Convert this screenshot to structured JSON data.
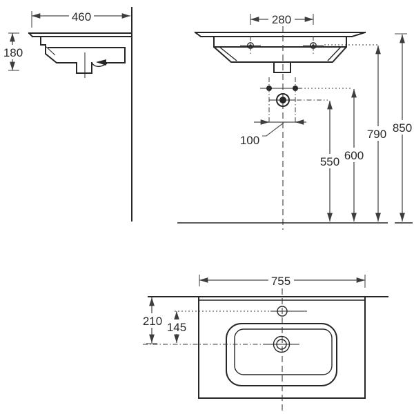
{
  "drawing": {
    "type": "washbasin-installation-drawing",
    "colors": {
      "outline": "#262626",
      "dimension_lines": "#4a4a4a",
      "text": "#2a2a2a",
      "background": "#ffffff"
    },
    "views": {
      "side": {
        "name": "side-view",
        "dims": {
          "width": "460",
          "depth": "180"
        }
      },
      "front": {
        "name": "front-view",
        "dims": {
          "tap_spacing": "280",
          "supply_spacing": "100",
          "drain_height": "550",
          "supply_height": "600",
          "tap_line_height": "790",
          "rim_height": "850"
        }
      },
      "plan": {
        "name": "plan-view",
        "dims": {
          "width": "755",
          "edge_to_drain": "210",
          "tap_to_drain": "145"
        }
      }
    }
  }
}
